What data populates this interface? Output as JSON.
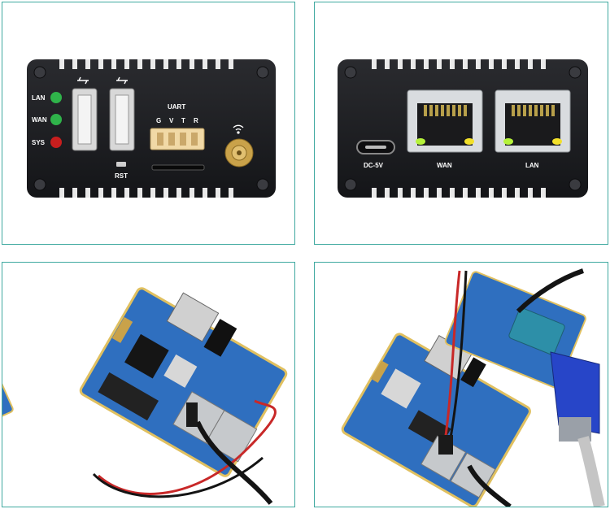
{
  "front_panel": {
    "led_labels": [
      "LAN",
      "WAN",
      "SYS"
    ],
    "uart_title": "UART",
    "uart_pins": [
      "G",
      "V",
      "T",
      "R"
    ],
    "reset_label": "RST"
  },
  "rear_panel": {
    "power_label": "DC-5V",
    "port_labels": [
      "WAN",
      "LAN"
    ]
  },
  "colors": {
    "panel_border": "#3fa9a0",
    "enclosure": "#1f2023",
    "pcb": "#2f6fbf",
    "led_green": "#2fb34a",
    "led_red": "#c81e1e"
  }
}
